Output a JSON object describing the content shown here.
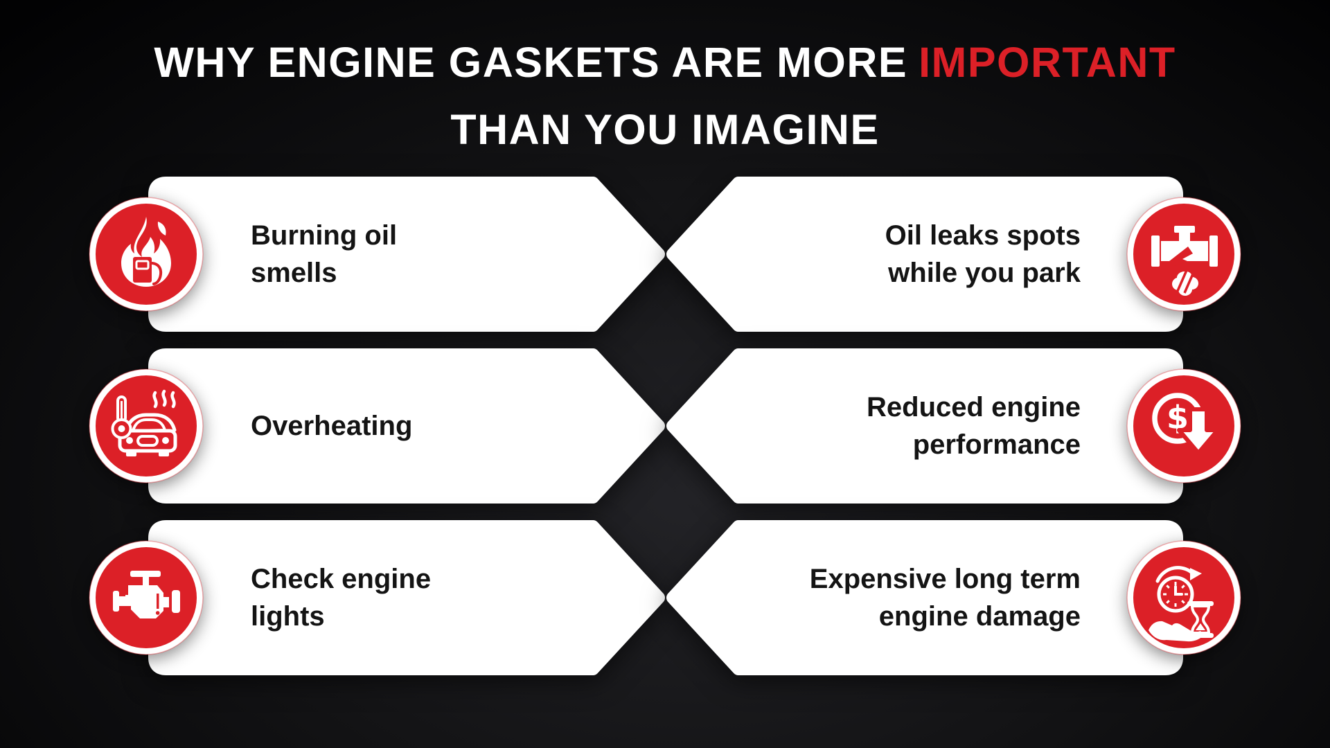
{
  "title": {
    "line1_main": "WHY ENGINE GASKETS ARE MORE",
    "line1_accent": "IMPORTANT",
    "line2": "THAN YOU IMAGINE"
  },
  "colors": {
    "accent_red": "#dc2027",
    "card_white": "#ffffff",
    "text_black": "#141414",
    "background_black": "#0a0a0b"
  },
  "cards": [
    {
      "side": "left",
      "icon": "burning-fuel-flame-icon",
      "label": "Burning oil\nsmells"
    },
    {
      "side": "right",
      "icon": "oil-leak-pipe-icon",
      "label": "Oil leaks spots\nwhile you park"
    },
    {
      "side": "left",
      "icon": "overheating-car-icon",
      "label": "Overheating"
    },
    {
      "side": "right",
      "icon": "dollar-decrease-icon",
      "label": "Reduced engine\nperformance"
    },
    {
      "side": "left",
      "icon": "check-engine-icon",
      "label": "Check engine\nlights"
    },
    {
      "side": "right",
      "icon": "time-money-hand-icon",
      "label": "Expensive long term\nengine damage"
    }
  ]
}
